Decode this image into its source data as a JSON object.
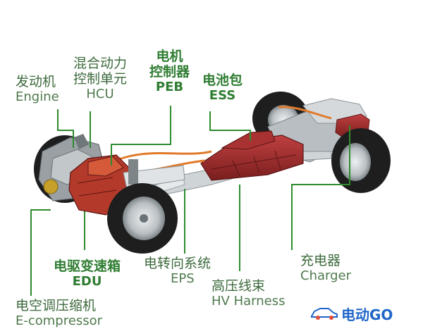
{
  "labels": {
    "engine": {
      "zh": "发动机",
      "en": "Engine"
    },
    "hcu": {
      "zh": "混合动力\n控制单元",
      "en": "HCU"
    },
    "peb": {
      "zh": "电机\n控制器",
      "en": "PEB"
    },
    "ess": {
      "zh": "电池包",
      "en": "ESS"
    },
    "edu": {
      "zh": "电驱变速箱",
      "en": "EDU"
    },
    "e_compressor": {
      "zh": "电空调压缩机",
      "en": "E-compressor"
    },
    "eps": {
      "zh": "电转向系统",
      "en": "EPS"
    },
    "hv_harness": {
      "zh": "高压线束",
      "en": "HV Harness"
    },
    "charger": {
      "zh": "充电器",
      "en": "Charger"
    }
  },
  "brand": {
    "text": "电动GO",
    "icon": "car-icon"
  },
  "colors": {
    "label_green": "#3d6a3d",
    "bold_green": "#2f7d32",
    "leader_line": "#2e8b2e",
    "battery_red": "#9c2a2a",
    "frame_gray": "#9aa3a8",
    "tire": "#1e1e1e",
    "brand_blue": "#1f66c8"
  }
}
